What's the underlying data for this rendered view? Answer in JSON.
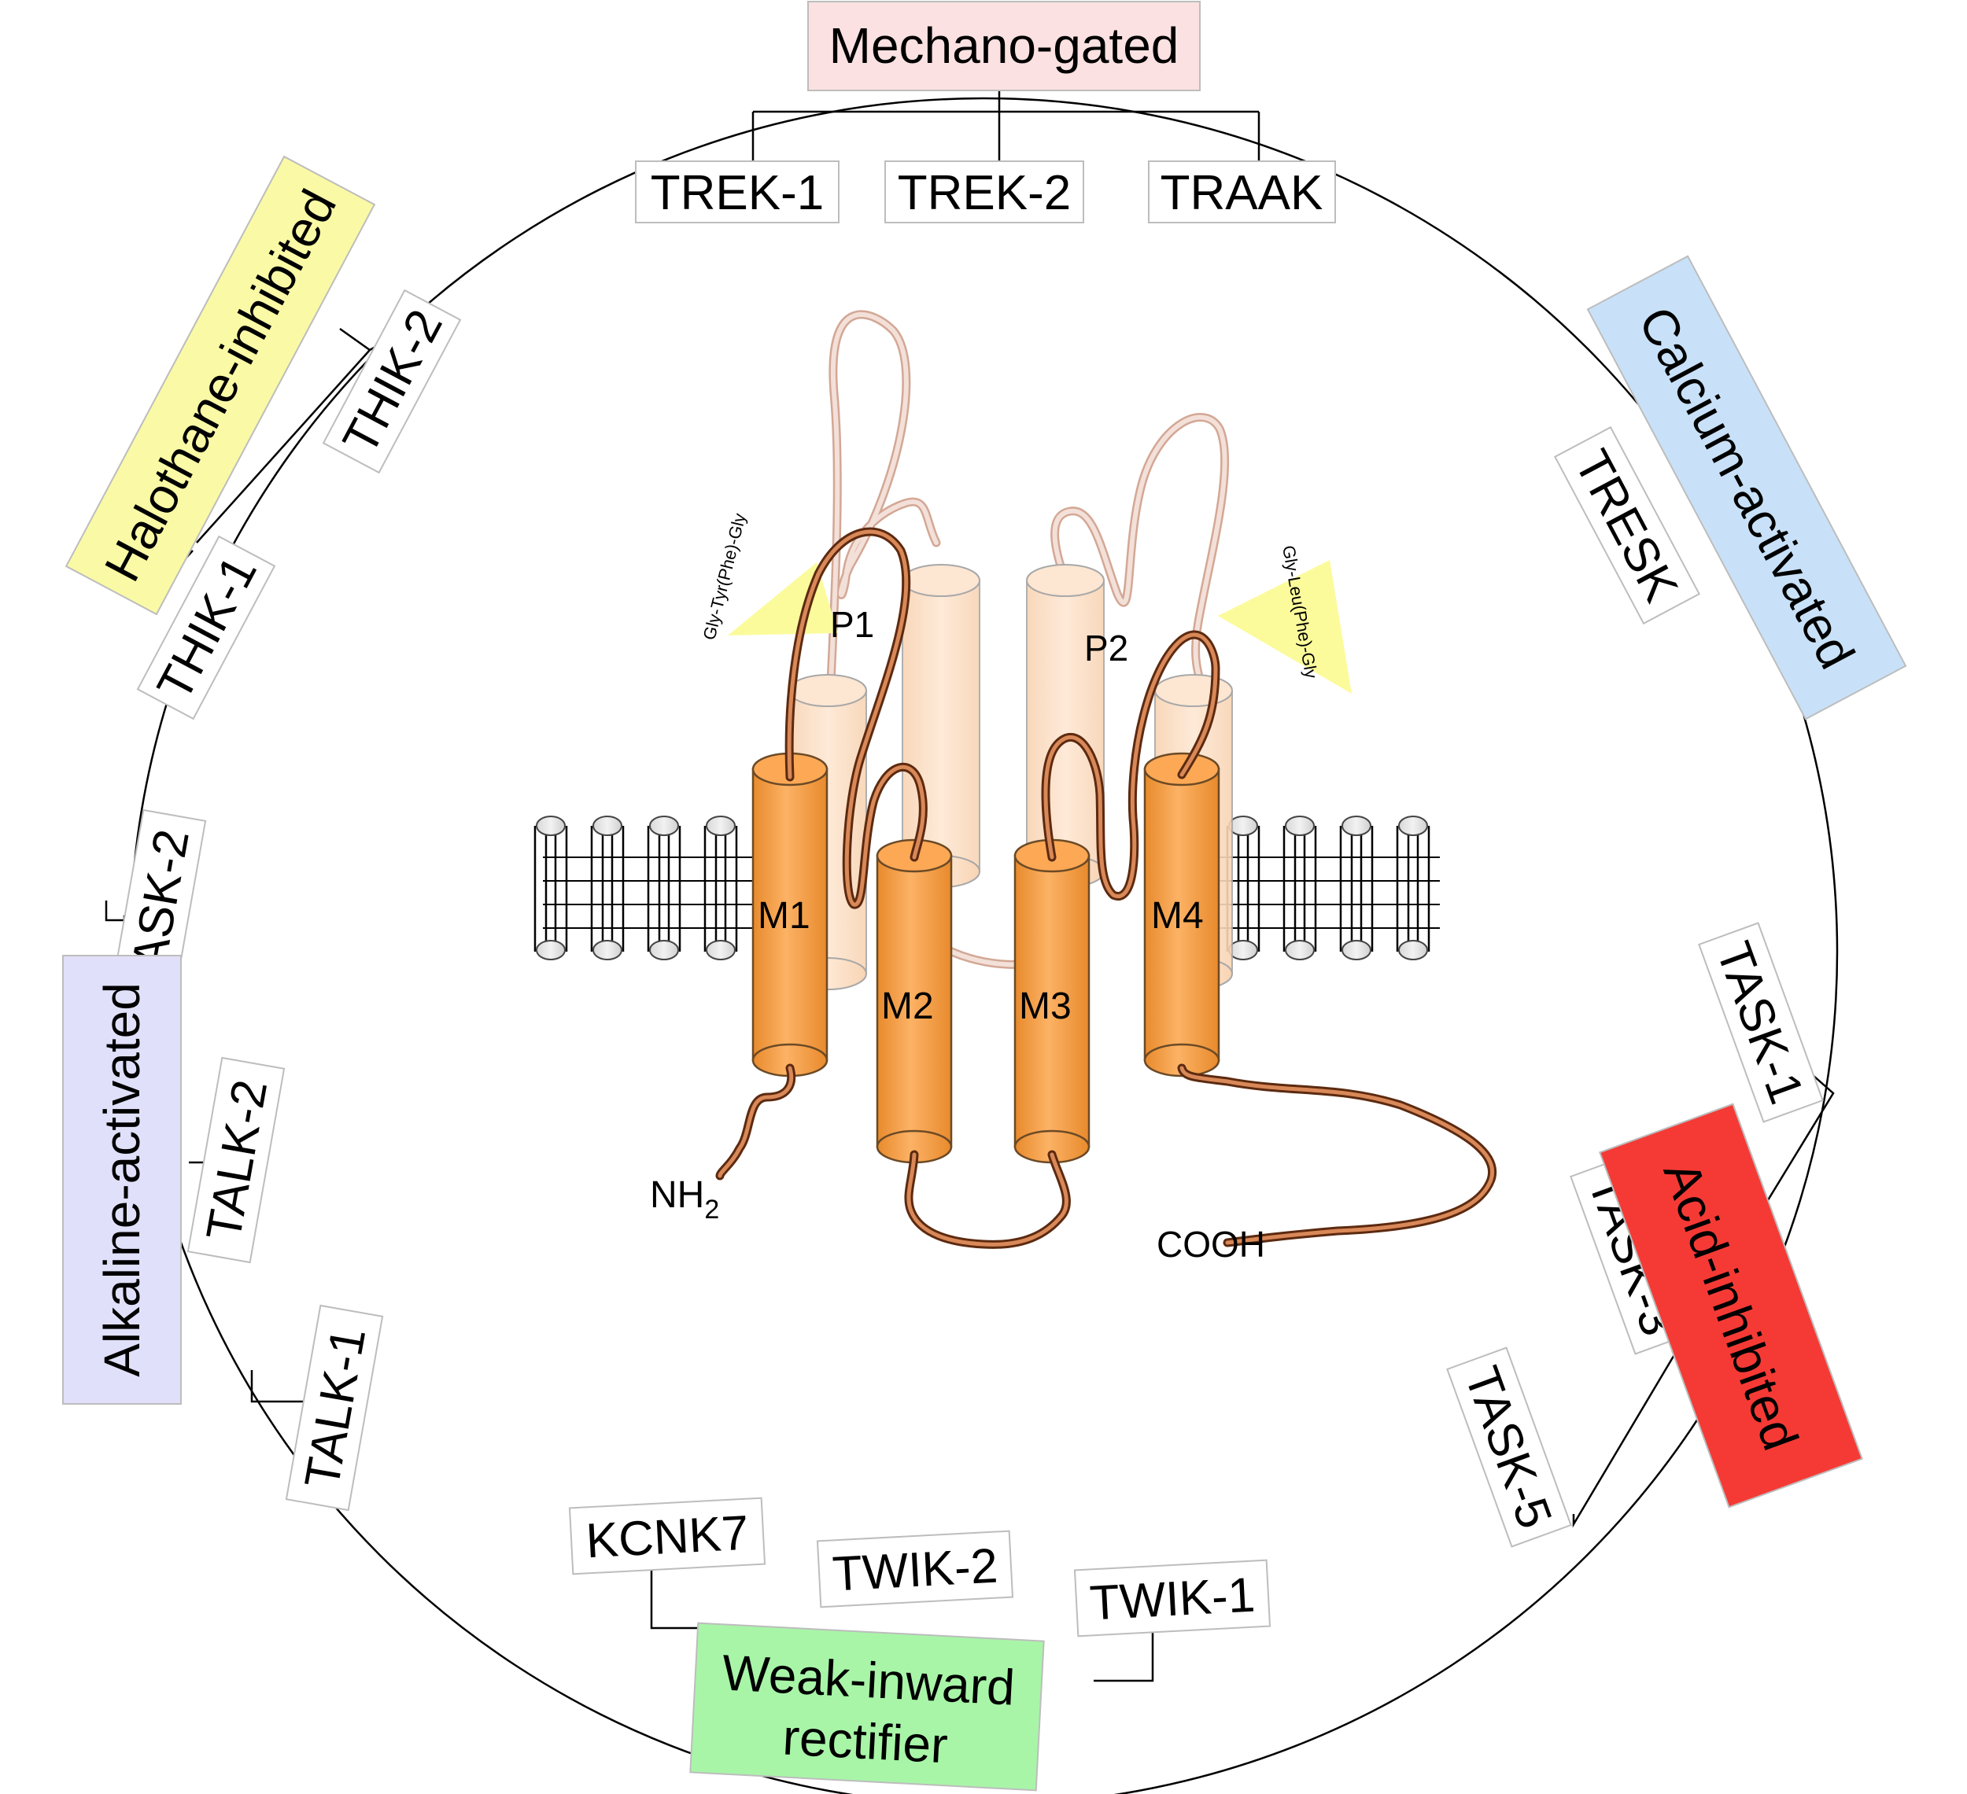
{
  "groups": {
    "mechano": {
      "label": "Mechano-gated",
      "color": "#fbe1e1"
    },
    "calcium": {
      "label": "Calcium-activated",
      "color": "#c8e1f8"
    },
    "halothane": {
      "label": "Halothane-inhibited",
      "color": "#fafaa6"
    },
    "alkaline": {
      "label": "Alkaline-activated",
      "color": "#e0e0fa"
    },
    "acid": {
      "label": "Acid-inhibited",
      "color": "#f53a35"
    },
    "weak": {
      "line1": "Weak-inward",
      "line2": "rectifier",
      "color": "#a8f5a8"
    }
  },
  "channels": {
    "trek1": "TREK-1",
    "trek2": "TREK-2",
    "traak": "TRAAK",
    "tresk": "TRESK",
    "thik1": "THIK-1",
    "thik2": "THIK-2",
    "task1": "TASK-1",
    "task2": "TASK-2",
    "task3": "TASK-3",
    "task5": "TASK-5",
    "talk1": "TALK-1",
    "talk2": "TALK-2",
    "kcnk7": "KCNK7",
    "twik1": "TWIK-1",
    "twik2": "TWIK-2"
  },
  "protein": {
    "m1": "M1",
    "m2": "M2",
    "m3": "M3",
    "m4": "M4",
    "p1": "P1",
    "p2": "P2",
    "nh": "NH",
    "nh_sub": "2",
    "cooh": "COOH",
    "motif1": "Gly-Tyr(Phe)-Gly",
    "motif2": "Gly-Leu(Phe)-Gly"
  },
  "colors": {
    "helix": "#fba84f",
    "helix_back": "#fde3cc",
    "loop": "#c0683a",
    "loop_back": "#e3c3b5",
    "motif": "#fbfb9c"
  }
}
